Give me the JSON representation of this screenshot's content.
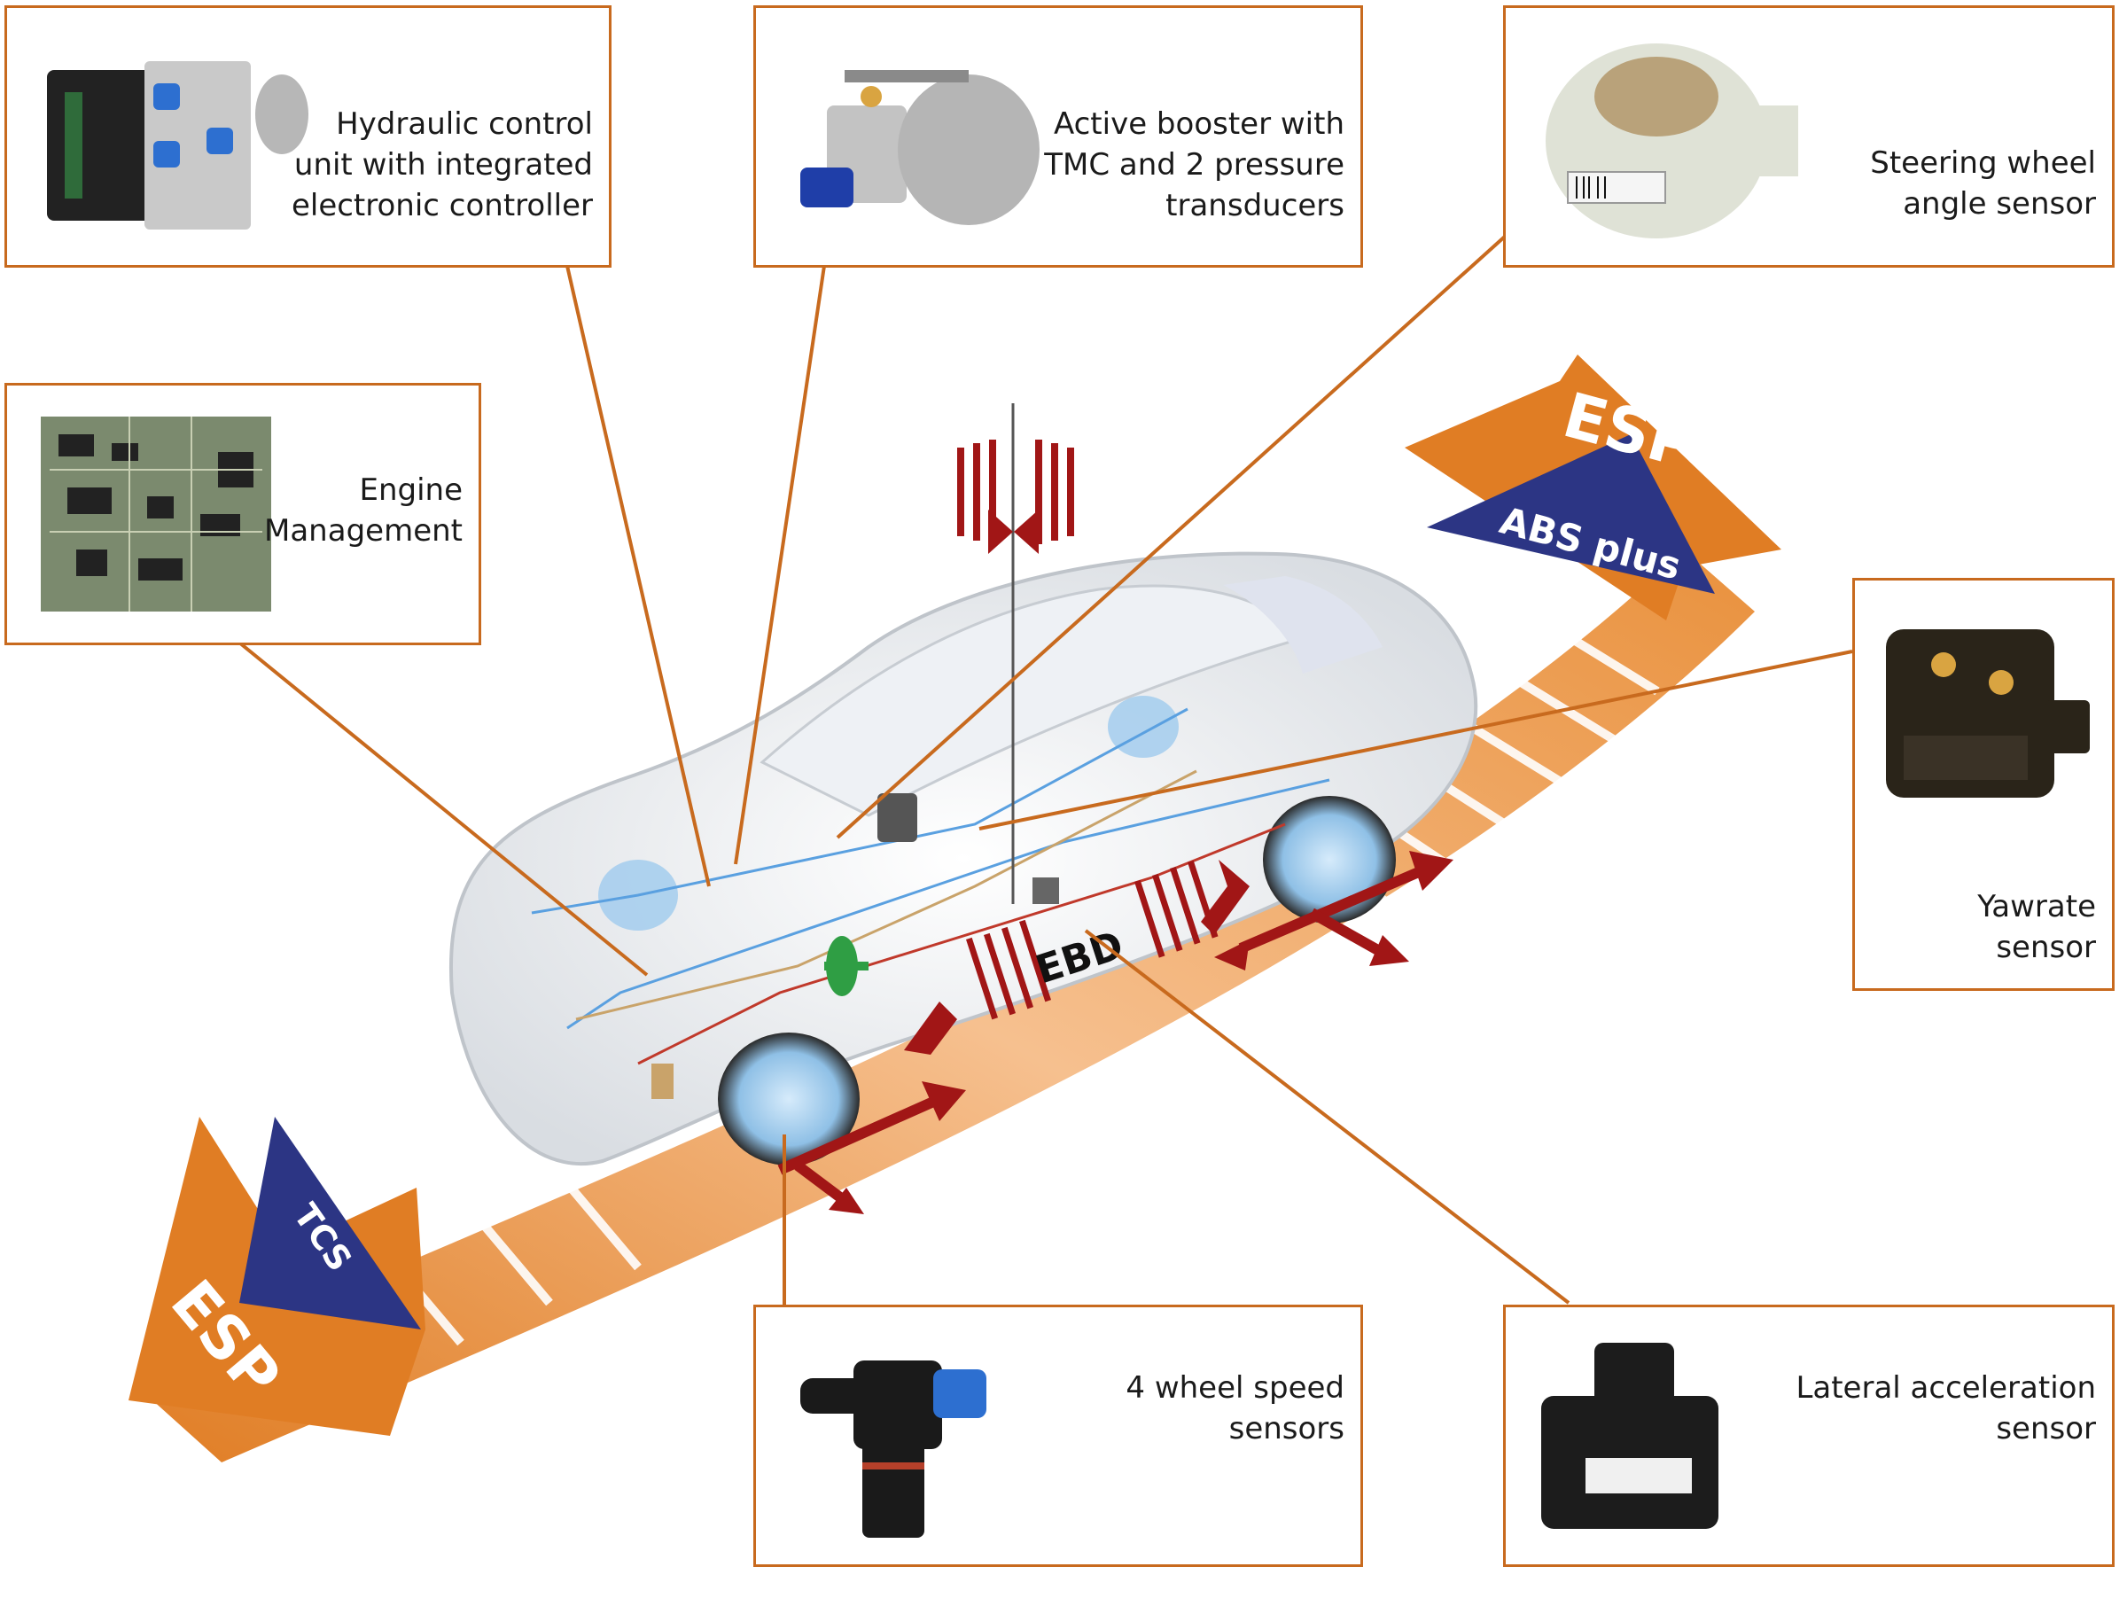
{
  "colors": {
    "border": "#c86a1e",
    "arrow_orange": "#e07d24",
    "arrow_light": "#f3b37a",
    "triangle_blue": "#2c3584",
    "arrow_red": "#a11616",
    "wire_blue": "#5aa0e0"
  },
  "components": [
    {
      "id": "hydraulic",
      "label": "Hydraulic control\nunit with integrated\nelectronic controller",
      "icon": "hydraulic-unit-icon"
    },
    {
      "id": "booster",
      "label": "Active booster with\nTMC and 2 pressure\ntransducers",
      "icon": "active-booster-icon"
    },
    {
      "id": "steering",
      "label": "Steering wheel\nangle sensor",
      "icon": "steering-angle-sensor-icon"
    },
    {
      "id": "engine",
      "label": "Engine\nManagement",
      "icon": "circuit-board-icon"
    },
    {
      "id": "yawrate",
      "label": "Yawrate\nsensor",
      "icon": "yawrate-sensor-icon"
    },
    {
      "id": "wheelspeed",
      "label": "4 wheel speed\nsensors",
      "icon": "wheel-speed-sensor-icon"
    },
    {
      "id": "lateral",
      "label": "Lateral acceleration\nsensor",
      "icon": "lateral-accel-sensor-icon"
    }
  ],
  "arrows": {
    "front_esp": "ESP",
    "front_abs": "ABS plus",
    "rear_esp": "ESP",
    "rear_tcs": "TCS",
    "ebd": "EBD"
  }
}
